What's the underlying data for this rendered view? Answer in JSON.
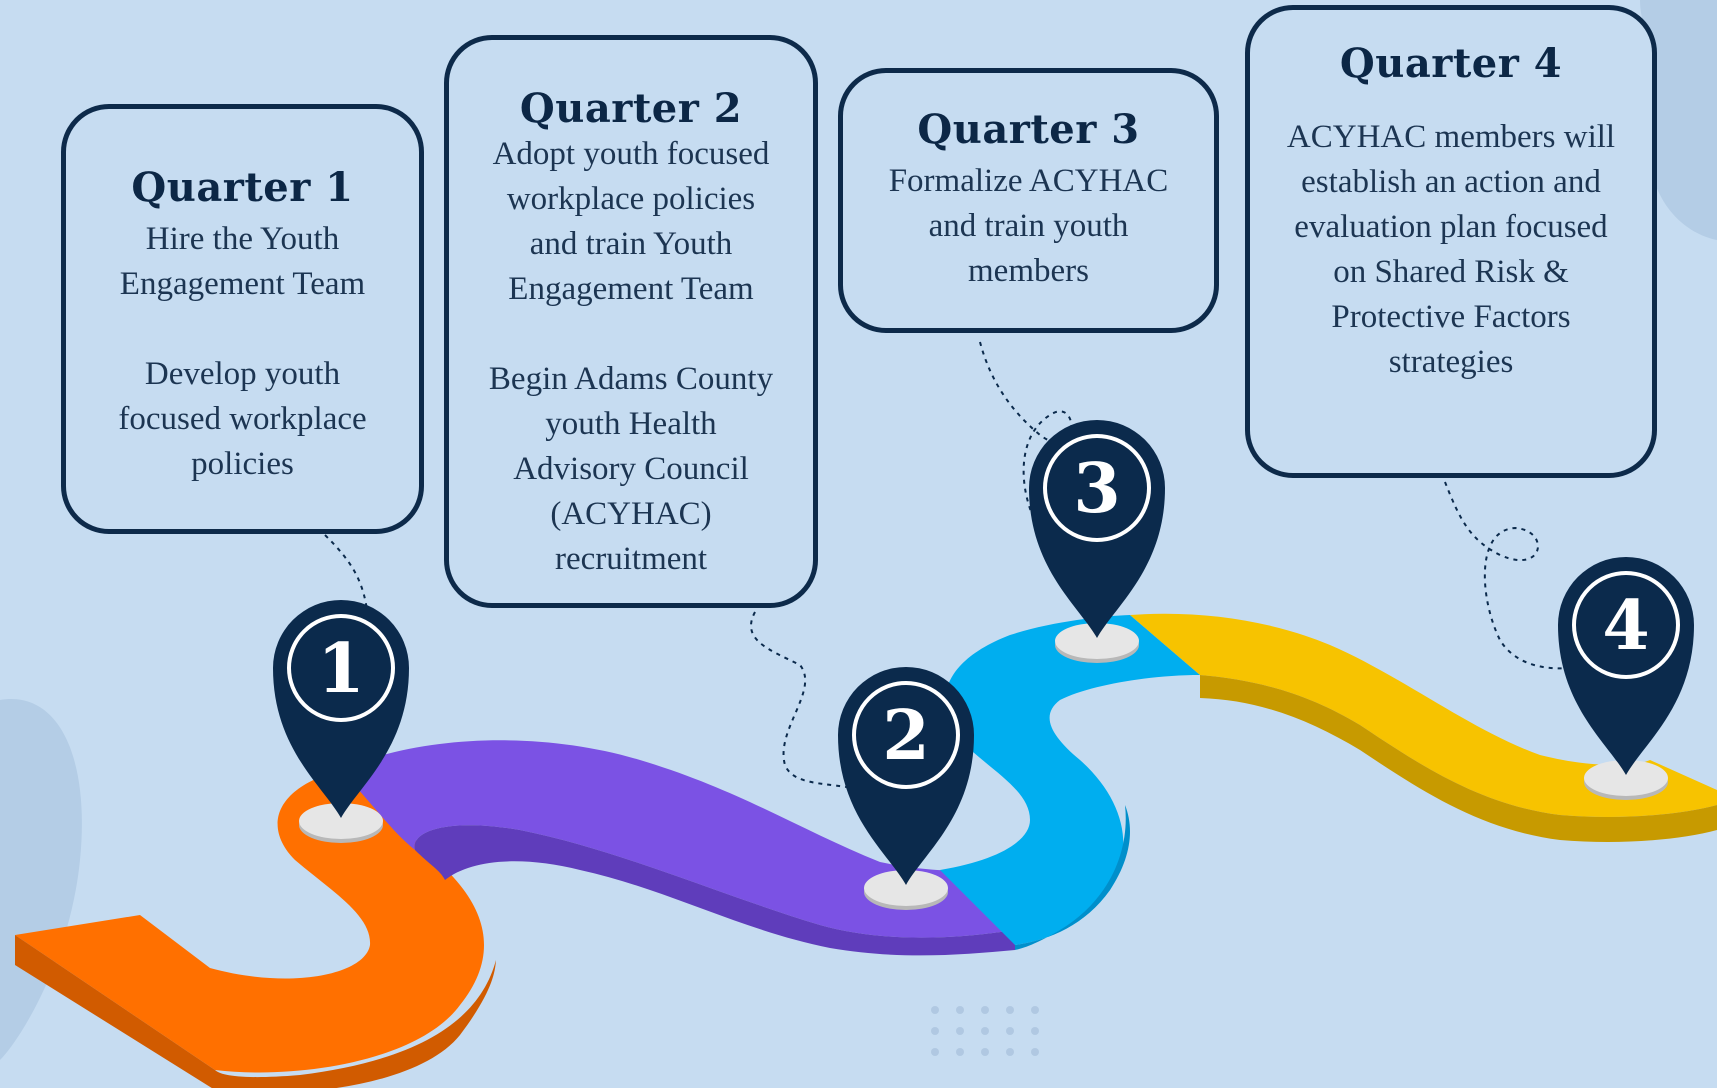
{
  "header": {
    "title_fragment": "Timeline"
  },
  "quarters": [
    {
      "title": "Quarter 1",
      "lines": [
        "Hire the Youth",
        "Engagement Team",
        "",
        "Develop youth",
        "focused workplace",
        "policies"
      ],
      "pin": "1",
      "road_color": "#ff7000"
    },
    {
      "title": "Quarter 2",
      "lines": [
        "Adopt youth focused",
        "workplace policies",
        "and train Youth",
        "Engagement Team",
        "",
        "Begin Adams County",
        "youth Health",
        "Advisory Council",
        "(ACYHAC)",
        "recruitment"
      ],
      "pin": "2",
      "road_color": "#7b52e4"
    },
    {
      "title": "Quarter 3",
      "lines": [
        "Formalize ACYHAC",
        "and train youth",
        "members"
      ],
      "pin": "3",
      "road_color": "#00aeef"
    },
    {
      "title": "Quarter 4",
      "lines": [
        "ACYHAC members will",
        "establish an action and",
        "evaluation plan focused",
        "on Shared Risk &",
        "Protective Factors",
        "strategies"
      ],
      "pin": "4",
      "road_color": "#f7c300"
    }
  ],
  "colors": {
    "pin": "#0b2a4c",
    "card_border": "#0d2a4a",
    "background": "#c6dcf1"
  }
}
